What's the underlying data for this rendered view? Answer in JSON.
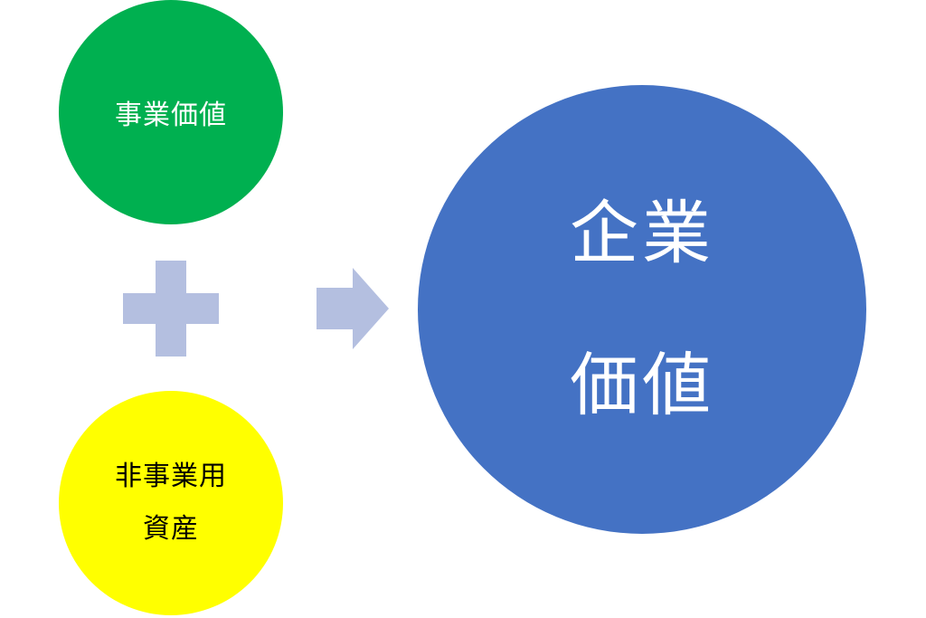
{
  "business_value": {
    "label": "事業価値",
    "color": "#00b050",
    "text_color": "#ffffff"
  },
  "non_business_assets": {
    "lines": [
      "非事業用",
      "資産"
    ],
    "color": "#ffff00",
    "text_color": "#000000"
  },
  "enterprise_value": {
    "lines": [
      "企業",
      "価値"
    ],
    "color": "#4472c4",
    "text_color": "#ffffff"
  },
  "connectors": {
    "plus_icon": "plus-icon",
    "arrow_icon": "right-arrow-icon",
    "color": "#b4bfe0"
  }
}
